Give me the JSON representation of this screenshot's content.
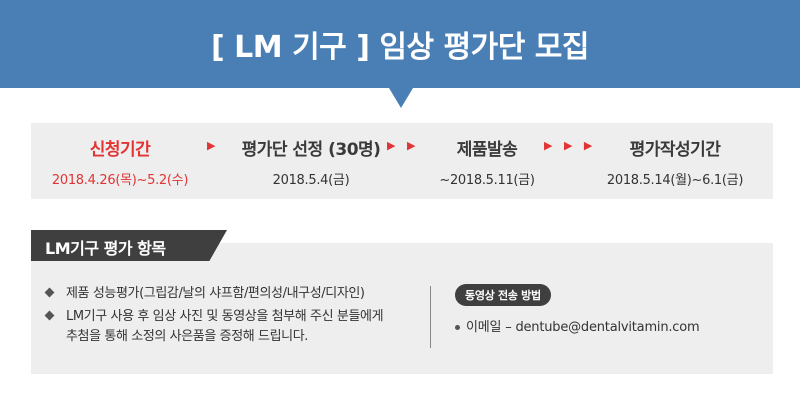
{
  "header": {
    "title": "[ LM 기구 ] 임상 평가단 모집"
  },
  "timeline": {
    "steps": [
      {
        "title": "신청기간",
        "date": "2018.4.26(목)~5.2(수)"
      },
      {
        "title": "평가단 선정 (30명)",
        "date": "2018.5.4(금)"
      },
      {
        "title": "제품발송",
        "date": "~2018.5.11(금)"
      },
      {
        "title": "평가작성기간",
        "date": "2018.5.14(월)~6.1(금)"
      }
    ],
    "arrows": [
      "▶",
      "▶ ▶",
      "▶ ▶ ▶"
    ]
  },
  "section": {
    "tab_label": "LM기구 평가 항목",
    "items": [
      "제품 성능평가(그립감/날의 샤프함/편의성/내구성/디자인)",
      "LM기구 사용 후 임상 사진 및 동영상을 첨부해 주신 분들에게",
      "추첨을 통해 소정의 사은품을 증정해 드립니다."
    ],
    "method_label": "동영상 전송 방법",
    "email_text": "이메일 – dentube@dentalvitamin.com"
  },
  "colors": {
    "header": "#4a7fb5",
    "accent": "#e23434",
    "panel": "#eeeeee",
    "dark_tab": "#3f3f3f"
  }
}
